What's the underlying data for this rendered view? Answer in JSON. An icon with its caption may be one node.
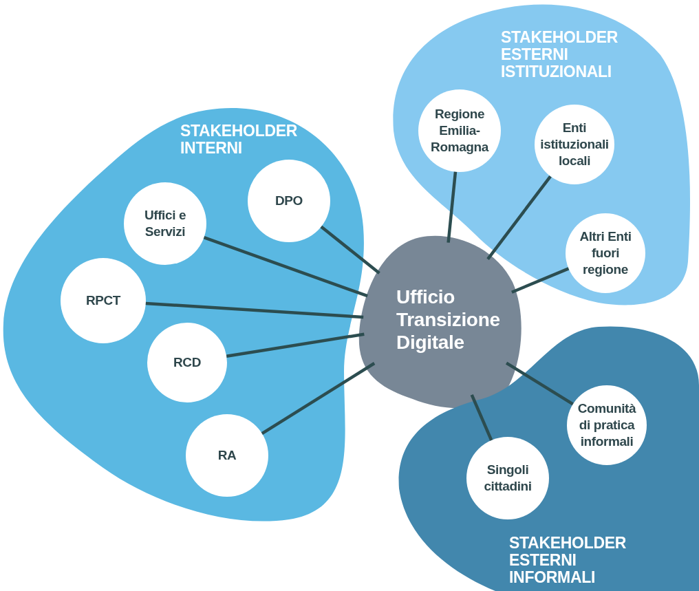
{
  "diagram": {
    "nodes": [
      {
        "text": [
          "STAKEHOLDER INTERNI"
        ]
      },
      {
        "text": [
          "Uffici e Servizi"
        ],
        "in": 0
      },
      {
        "text": [
          "DPO"
        ],
        "in": 0
      },
      {
        "text": [
          "RPCT"
        ],
        "in": 0
      },
      {
        "text": [
          "RCD"
        ],
        "in": 0
      },
      {
        "text": [
          "RA"
        ],
        "in": 0
      },
      {
        "text": [
          "STAKEHOLDER ESTERNI ISTITUZIONALI"
        ]
      },
      {
        "text": [
          "Regione Emilia-Romagna"
        ],
        "in": 6
      },
      {
        "text": [
          "Enti istituzionali locali"
        ],
        "in": 6
      },
      {
        "text": [
          "Altri Enti fuori regione"
        ],
        "in": 6
      },
      {
        "text": [
          "Ufficio Transizione Digitale"
        ]
      },
      {
        "text": [
          "STAKEHOLDER ESTERNI INFORMALI"
        ]
      },
      {
        "text": [
          "Comunità di pratica informali"
        ],
        "in": 11
      },
      {
        "text": [
          "Singoli cittadini"
        ],
        "in": 11
      }
    ],
    "edges": [
      {
        "from": 10,
        "to": 1,
        "arrow": "none"
      },
      {
        "from": 10,
        "to": 2,
        "arrow": "none"
      },
      {
        "from": 10,
        "to": 3,
        "arrow": "none"
      },
      {
        "from": 10,
        "to": 4,
        "arrow": "none"
      },
      {
        "from": 10,
        "to": 5,
        "arrow": "none"
      },
      {
        "from": 10,
        "to": 7,
        "arrow": "none"
      },
      {
        "from": 10,
        "to": 8,
        "arrow": "none"
      },
      {
        "from": 10,
        "to": 9,
        "arrow": "none"
      },
      {
        "from": 10,
        "to": 12,
        "arrow": "none"
      },
      {
        "from": 10,
        "to": 13,
        "arrow": "none"
      }
    ]
  }
}
